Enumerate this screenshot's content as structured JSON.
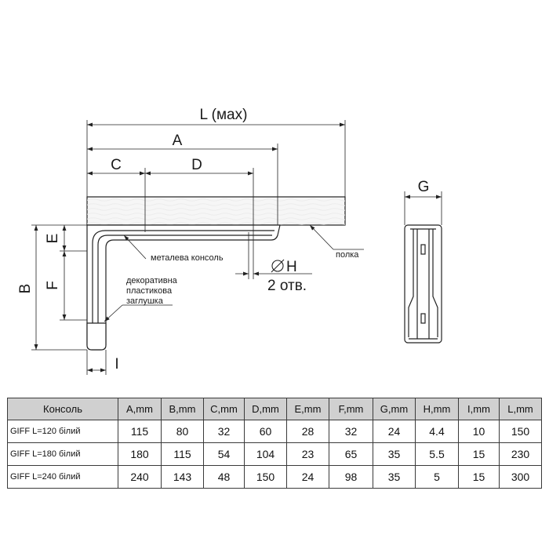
{
  "drawing": {
    "dims": {
      "L": "L (мах)",
      "A": "A",
      "C": "C",
      "D": "D",
      "G": "G",
      "B": "B",
      "E": "E",
      "F": "F",
      "I": "I",
      "H": "H",
      "holes": "2 отв."
    },
    "labels": {
      "bracket": "металева консоль",
      "shelf": "полка",
      "cap_line1": "декоративна",
      "cap_line2": "пластикова",
      "cap_line3": "заглушка"
    }
  },
  "table": {
    "headers": [
      "Консоль",
      "A,mm",
      "B,mm",
      "C,mm",
      "D,mm",
      "E,mm",
      "F,mm",
      "G,mm",
      "H,mm",
      "I,mm",
      "L,mm"
    ],
    "rows": [
      [
        "GIFF L=120 білий",
        "115",
        "80",
        "32",
        "60",
        "28",
        "32",
        "24",
        "4.4",
        "10",
        "150"
      ],
      [
        "GIFF L=180 білий",
        "180",
        "115",
        "54",
        "104",
        "23",
        "65",
        "35",
        "5.5",
        "15",
        "230"
      ],
      [
        "GIFF L=240 білий",
        "240",
        "143",
        "48",
        "150",
        "24",
        "98",
        "35",
        "5",
        "15",
        "300"
      ]
    ]
  }
}
